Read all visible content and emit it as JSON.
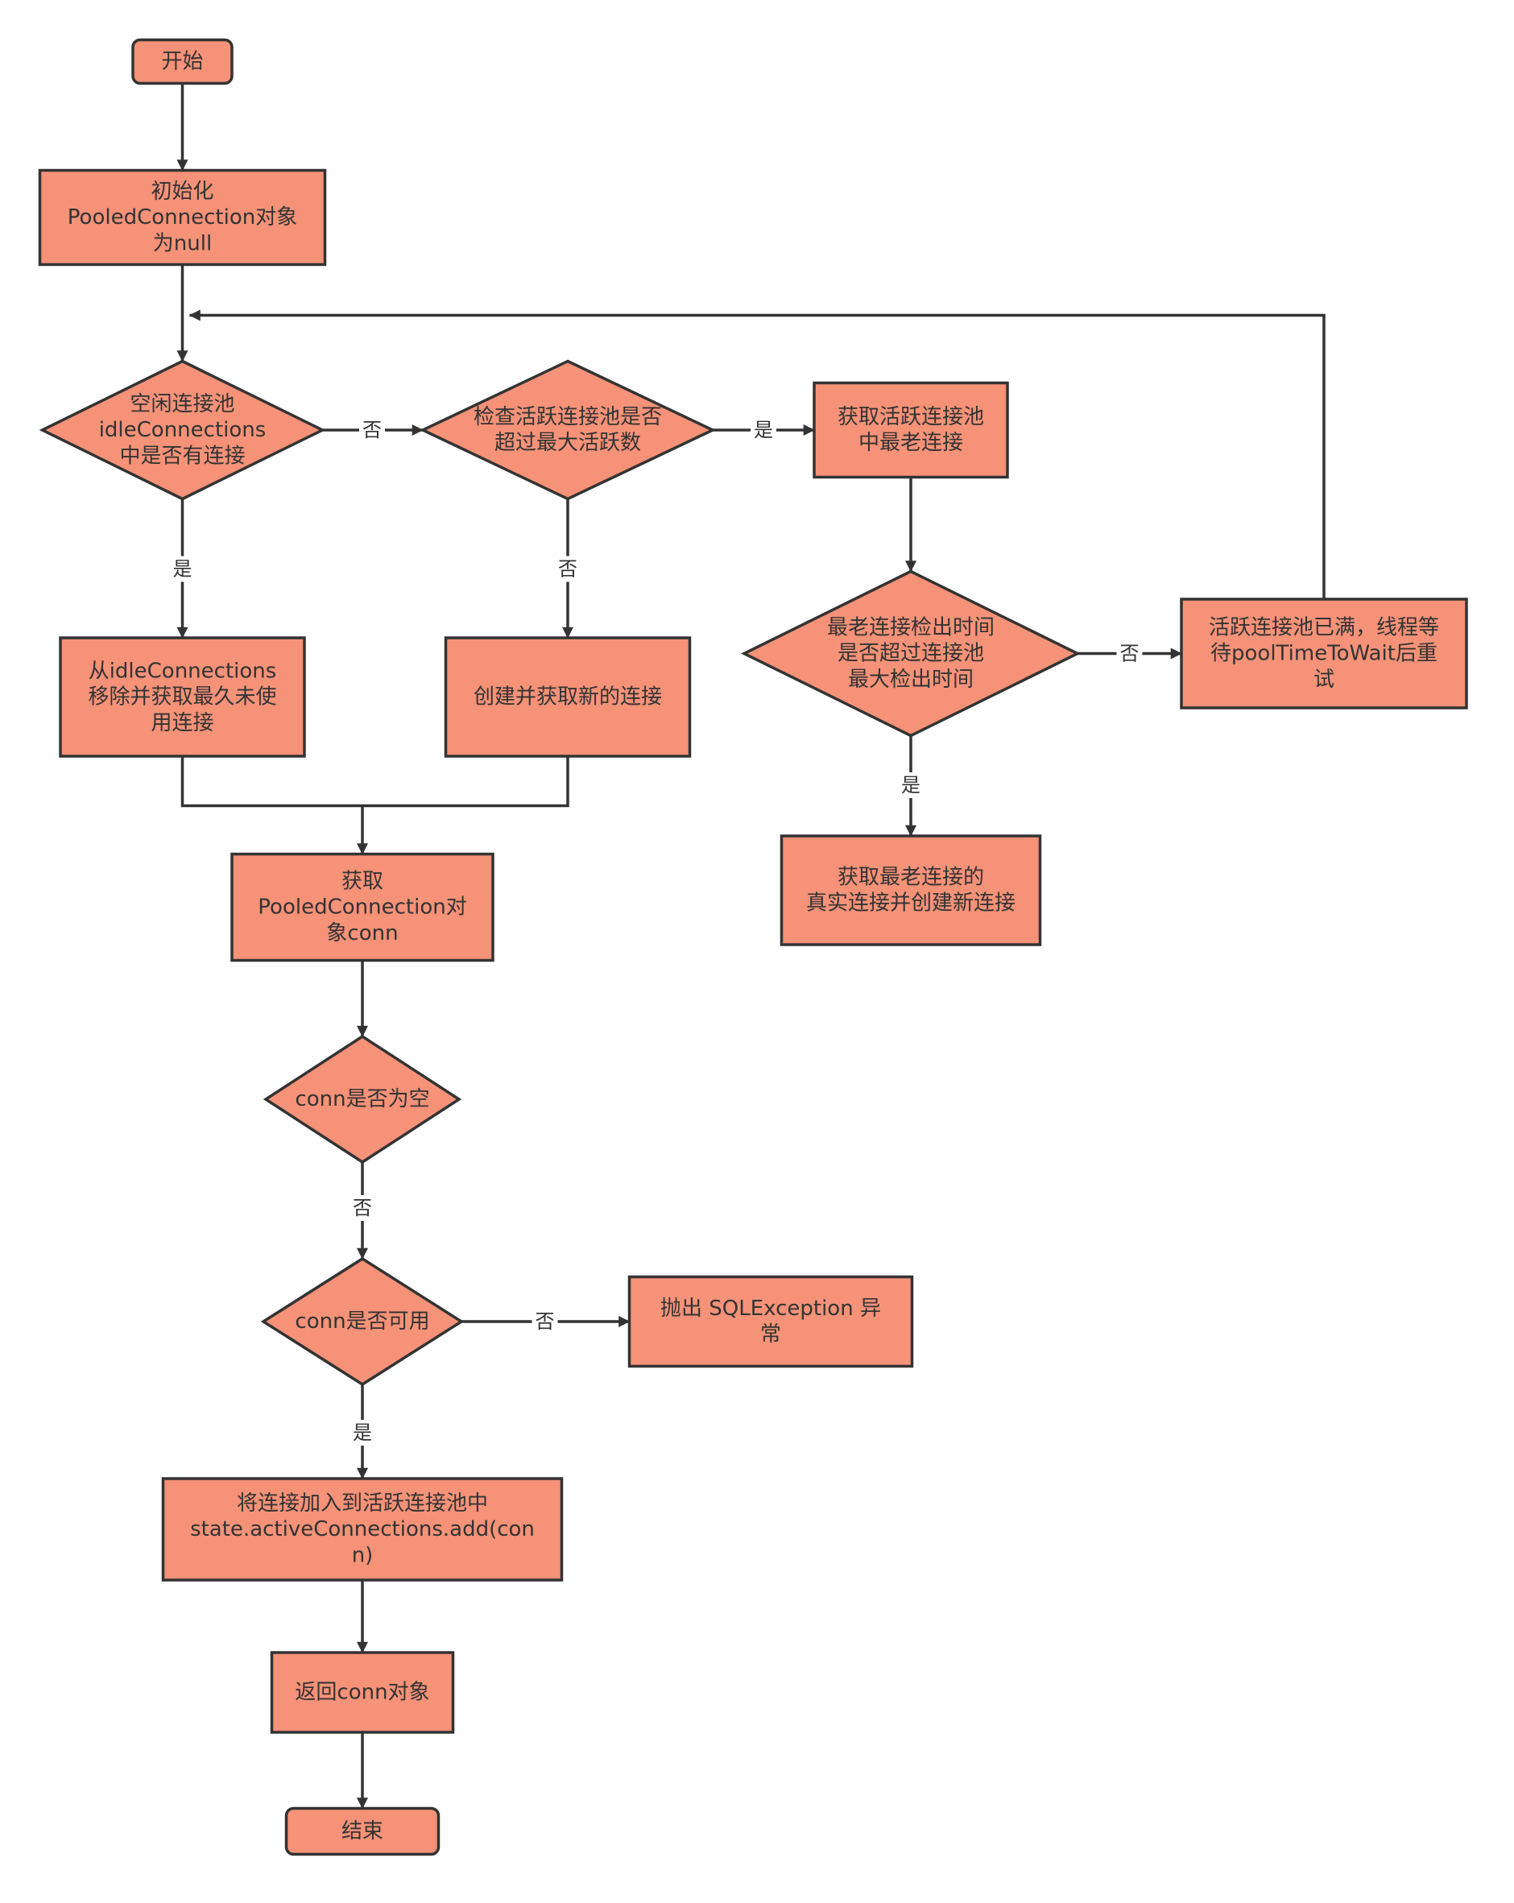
{
  "colors": {
    "node_fill": "#f59278",
    "stroke": "#333333",
    "background": "#ffffff"
  },
  "nodes": [
    {
      "id": "start",
      "shape": "rounded",
      "lines": [
        {
          "t": "开始"
        }
      ]
    },
    {
      "id": "init",
      "shape": "rect",
      "lines": [
        {
          "t": "初始化"
        },
        {
          "t": "PooledConnection对象"
        },
        {
          "t": "为null"
        }
      ]
    },
    {
      "id": "idle_check",
      "shape": "diamond",
      "lines": [
        {
          "t": "空闲连接池"
        },
        {
          "t": "idleConnections"
        },
        {
          "t": "中是否有连接"
        }
      ]
    },
    {
      "id": "active_check",
      "shape": "diamond",
      "lines": [
        {
          "t": "检查活跃连接池是否"
        },
        {
          "t": "超过最大活跃数"
        }
      ]
    },
    {
      "id": "get_oldest",
      "shape": "rect",
      "lines": [
        {
          "t": "获取活跃连接池"
        },
        {
          "t": "中最老连接"
        }
      ]
    },
    {
      "id": "remove_idle",
      "shape": "rect",
      "lines": [
        {
          "t": "从idleConnections"
        },
        {
          "t": "移除并获取最久未使"
        },
        {
          "t": "用连接"
        }
      ]
    },
    {
      "id": "create_new",
      "shape": "rect",
      "lines": [
        {
          "t": "创建并获取新的连接"
        }
      ]
    },
    {
      "id": "oldest_timeout",
      "shape": "diamond",
      "lines": [
        {
          "t": "最老连接检出时间"
        },
        {
          "t": "是否超过连接池"
        },
        {
          "t": "最大检出时间"
        }
      ]
    },
    {
      "id": "wait_retry",
      "shape": "rect",
      "lines": [
        {
          "t": "活跃连接池已满，线程等"
        },
        {
          "t": "待poolTimeToWait后重"
        },
        {
          "t": "试"
        }
      ]
    },
    {
      "id": "real_conn",
      "shape": "rect",
      "lines": [
        {
          "t": "获取最老连接的"
        },
        {
          "t": "真实连接并创建新连接"
        }
      ]
    },
    {
      "id": "get_conn",
      "shape": "rect",
      "lines": [
        {
          "t": "获取"
        },
        {
          "t": "PooledConnection对"
        },
        {
          "t": "象conn"
        }
      ]
    },
    {
      "id": "null_check",
      "shape": "diamond",
      "lines": [
        {
          "t": "conn是否为空"
        }
      ]
    },
    {
      "id": "valid_check",
      "shape": "diamond",
      "lines": [
        {
          "t": "conn是否可用"
        }
      ]
    },
    {
      "id": "throw",
      "shape": "rect",
      "lines": [
        {
          "t": "抛出  SQLException 异"
        },
        {
          "t": "常"
        }
      ]
    },
    {
      "id": "add_active",
      "shape": "rect",
      "lines": [
        {
          "t": "将连接加入到活跃连接池中"
        },
        {
          "t": "state.activeConnections.add(con"
        },
        {
          "t": "n)"
        }
      ]
    },
    {
      "id": "return_conn",
      "shape": "rect",
      "lines": [
        {
          "t": "返回conn对象"
        }
      ]
    },
    {
      "id": "end",
      "shape": "rounded",
      "lines": [
        {
          "t": "结束"
        }
      ]
    }
  ],
  "edges": [
    {
      "id": "e-start-init",
      "from": "start",
      "to": "init",
      "label": ""
    },
    {
      "id": "e-init-idle",
      "from": "init",
      "to": "idle_check",
      "label": ""
    },
    {
      "id": "e-idle-active",
      "from": "idle_check",
      "to": "active_check",
      "label": "否"
    },
    {
      "id": "e-idle-remove",
      "from": "idle_check",
      "to": "remove_idle",
      "label": "是"
    },
    {
      "id": "e-active-oldest",
      "from": "active_check",
      "to": "get_oldest",
      "label": "是"
    },
    {
      "id": "e-active-create",
      "from": "active_check",
      "to": "create_new",
      "label": "否"
    },
    {
      "id": "e-oldest-timeout",
      "from": "get_oldest",
      "to": "oldest_timeout",
      "label": ""
    },
    {
      "id": "e-timeout-wait",
      "from": "oldest_timeout",
      "to": "wait_retry",
      "label": "否"
    },
    {
      "id": "e-timeout-real",
      "from": "oldest_timeout",
      "to": "real_conn",
      "label": "是"
    },
    {
      "id": "e-wait-idle",
      "from": "wait_retry",
      "to": "idle_check",
      "label": ""
    },
    {
      "id": "e-remove-getconn",
      "from": "remove_idle",
      "to": "get_conn",
      "label": ""
    },
    {
      "id": "e-create-getconn",
      "from": "create_new",
      "to": "get_conn",
      "label": ""
    },
    {
      "id": "e-getconn-null",
      "from": "get_conn",
      "to": "null_check",
      "label": ""
    },
    {
      "id": "e-null-valid",
      "from": "null_check",
      "to": "valid_check",
      "label": "否"
    },
    {
      "id": "e-valid-throw",
      "from": "valid_check",
      "to": "throw",
      "label": "否"
    },
    {
      "id": "e-valid-add",
      "from": "valid_check",
      "to": "add_active",
      "label": "是"
    },
    {
      "id": "e-add-return",
      "from": "add_active",
      "to": "return_conn",
      "label": ""
    },
    {
      "id": "e-return-end",
      "from": "return_conn",
      "to": "end",
      "label": ""
    }
  ]
}
